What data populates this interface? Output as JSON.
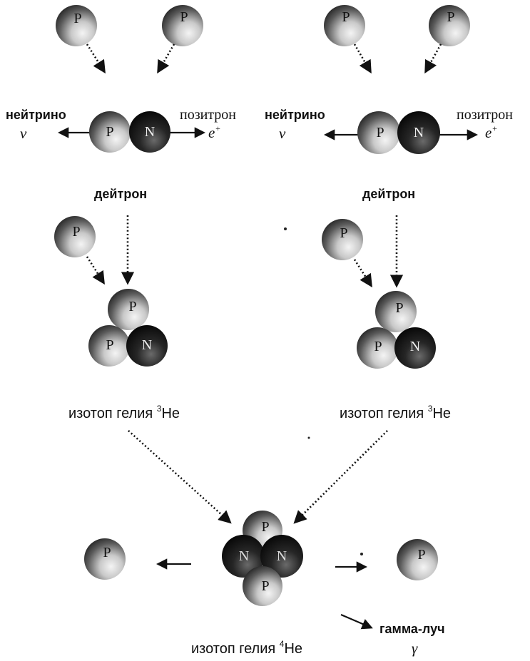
{
  "particles": {
    "proton_letter": "P",
    "neutron_letter": "N"
  },
  "labels": {
    "neutrino_word": "нейтрино",
    "neutrino_symbol": "ν",
    "positron_word": "позитрон",
    "positron_symbol": "e",
    "positron_charge": "+",
    "deuteron": "дейтрон",
    "he3_text": "изотоп гелия ",
    "he3_mass": "3",
    "he3_element": "He",
    "he4_text": "изотоп гелия ",
    "he4_mass": "4",
    "he4_element": "He",
    "gamma_word": "гамма-луч",
    "gamma_symbol": "γ"
  },
  "colors": {
    "proton_light": "#f4f4f4",
    "proton_dark": "#1e1e1e",
    "neutron_light": "#6a6a6a",
    "neutron_dark": "#050505",
    "ink": "#111111"
  }
}
